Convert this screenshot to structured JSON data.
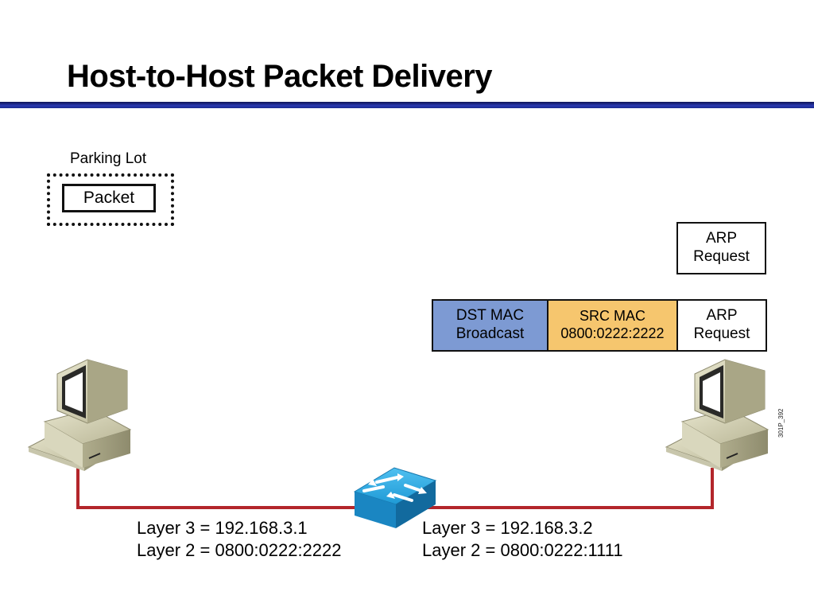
{
  "slide": {
    "title": "Host-to-Host Packet Delivery",
    "figure_id": "301P_392"
  },
  "parking_lot": {
    "label": "Parking Lot",
    "packet_label": "Packet"
  },
  "arp_request": {
    "line1": "ARP",
    "line2": "Request"
  },
  "frame": {
    "dst": {
      "line1": "DST MAC",
      "line2": "Broadcast",
      "color": "#7d9ad3"
    },
    "src": {
      "line1": "SRC MAC",
      "line2": "0800:0222:2222",
      "color": "#f6c66e"
    },
    "payload": {
      "line1": "ARP",
      "line2": "Request"
    }
  },
  "hosts": {
    "left": {
      "layer3": "Layer 3 = 192.168.3.1",
      "layer2": "Layer 2 = 0800:0222:2222"
    },
    "right": {
      "layer3": "Layer 3 = 192.168.3.2",
      "layer2": "Layer 2 = 0800:0222:1111"
    }
  },
  "colors": {
    "title_rule": "#1a2a8f",
    "link": "#b3262b",
    "switch": "#1f9ad6"
  }
}
